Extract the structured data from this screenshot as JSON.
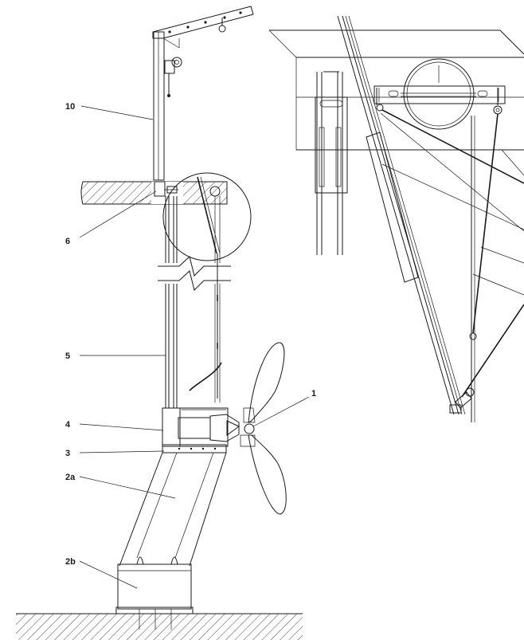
{
  "callouts": {
    "c10": "10",
    "c6": "6",
    "c5": "5",
    "c4": "4",
    "c3": "3",
    "c2a": "2a",
    "c2b": "2b",
    "c1": "1"
  },
  "colors": {
    "line": "#1a1a1a",
    "background": "#ffffff"
  }
}
